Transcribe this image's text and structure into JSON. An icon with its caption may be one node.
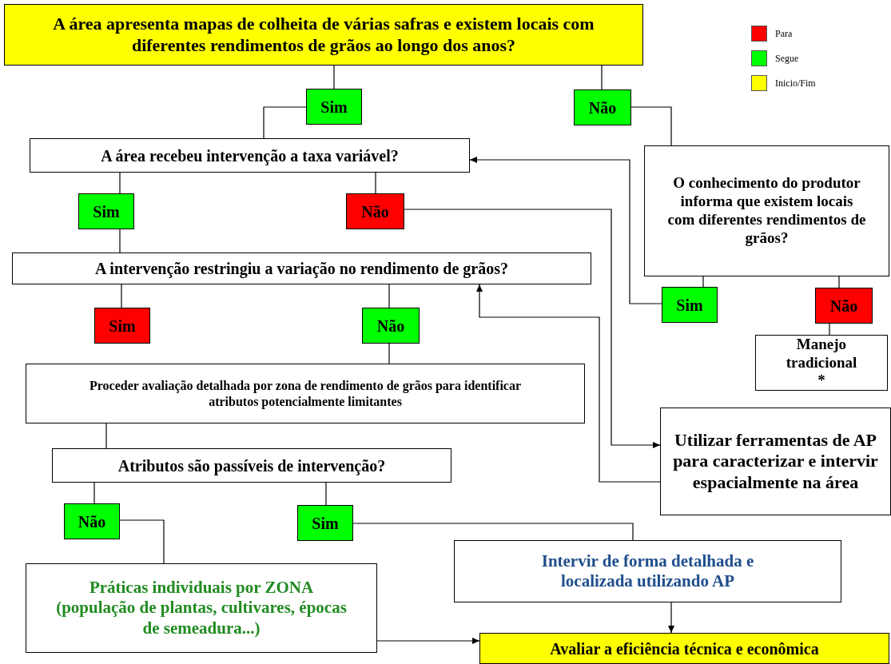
{
  "diagram": {
    "nodes": [
      {
        "text": [
          "A área apresenta mapas de colheita de várias safras e existem locais com diferentes rendimentos  de grãos ao longo dos anos?"
        ]
      },
      {
        "text": [
          "Sim"
        ]
      },
      {
        "text": [
          "Não"
        ]
      },
      {
        "text": [
          "A área recebeu intervenção a taxa variável?"
        ]
      },
      {
        "text": [
          "O conhecimento do produtor informa que existem locais com diferentes rendimentos de grãos?"
        ]
      },
      {
        "text": [
          "Sim"
        ]
      },
      {
        "text": [
          "Não"
        ]
      },
      {
        "text": [
          "A intervenção restringiu a variação no rendimento de grãos?"
        ]
      },
      {
        "text": [
          "Sim"
        ]
      },
      {
        "text": [
          "Não"
        ]
      },
      {
        "text": [
          "Sim"
        ]
      },
      {
        "text": [
          "Não"
        ]
      },
      {
        "text": [
          "Manejo tradicional *"
        ]
      },
      {
        "text": [
          "Proceder avaliação detalhada por zona de rendimento de grãos para identificar atributos potencialmente limitantes"
        ]
      },
      {
        "text": [
          "Utilizar ferramentas de AP para caracterizar  e intervir espacialmente na área"
        ]
      },
      {
        "text": [
          "Atributos são passíveis de intervenção?"
        ]
      },
      {
        "text": [
          "Não"
        ]
      },
      {
        "text": [
          "Sim"
        ]
      },
      {
        "text": [
          "Intervir de forma detalhada e localizada utilizando AP"
        ]
      },
      {
        "text": [
          "Práticas individuais por ZONA (população de plantas, cultivares, épocas de semeadura...)"
        ]
      },
      {
        "text": [
          "Avaliar a eficiência técnica e econômica"
        ]
      }
    ],
    "edges": [
      {
        "from": 0,
        "to": 1,
        "arrow": "none"
      },
      {
        "from": 0,
        "to": 2,
        "arrow": "none"
      },
      {
        "from": 1,
        "to": 3,
        "arrow": "none"
      },
      {
        "from": 2,
        "to": 4,
        "arrow": "none"
      },
      {
        "from": 3,
        "to": 5,
        "arrow": "none"
      },
      {
        "from": 3,
        "to": 6,
        "arrow": "none"
      },
      {
        "from": 6,
        "to": 14,
        "arrow": "to"
      },
      {
        "from": 5,
        "to": 7,
        "arrow": "none"
      },
      {
        "from": 4,
        "to": 8,
        "arrow": "none"
      },
      {
        "from": 4,
        "to": 9,
        "arrow": "none"
      },
      {
        "from": 8,
        "to": 3,
        "arrow": "to"
      },
      {
        "from": 9,
        "to": 12,
        "arrow": "none"
      },
      {
        "from": 7,
        "to": 10,
        "arrow": "none"
      },
      {
        "from": 7,
        "to": 11,
        "arrow": "none"
      },
      {
        "from": 11,
        "to": 13,
        "arrow": "none"
      },
      {
        "from": 14,
        "to": 7,
        "arrow": "to"
      },
      {
        "from": 13,
        "to": 15,
        "arrow": "none"
      },
      {
        "from": 15,
        "to": 16,
        "arrow": "none"
      },
      {
        "from": 15,
        "to": 17,
        "arrow": "none"
      },
      {
        "from": 16,
        "to": 19,
        "arrow": "none"
      },
      {
        "from": 17,
        "to": 18,
        "arrow": "none"
      },
      {
        "from": 18,
        "to": 20,
        "arrow": "to"
      },
      {
        "from": 19,
        "to": 20,
        "arrow": "to"
      }
    ],
    "legend": [
      {
        "text": "Para",
        "color": "#ff0000"
      },
      {
        "text": "Segue",
        "color": "#00ff00"
      },
      {
        "text": "Inicio/Fim",
        "color": "#ffff00"
      }
    ]
  }
}
